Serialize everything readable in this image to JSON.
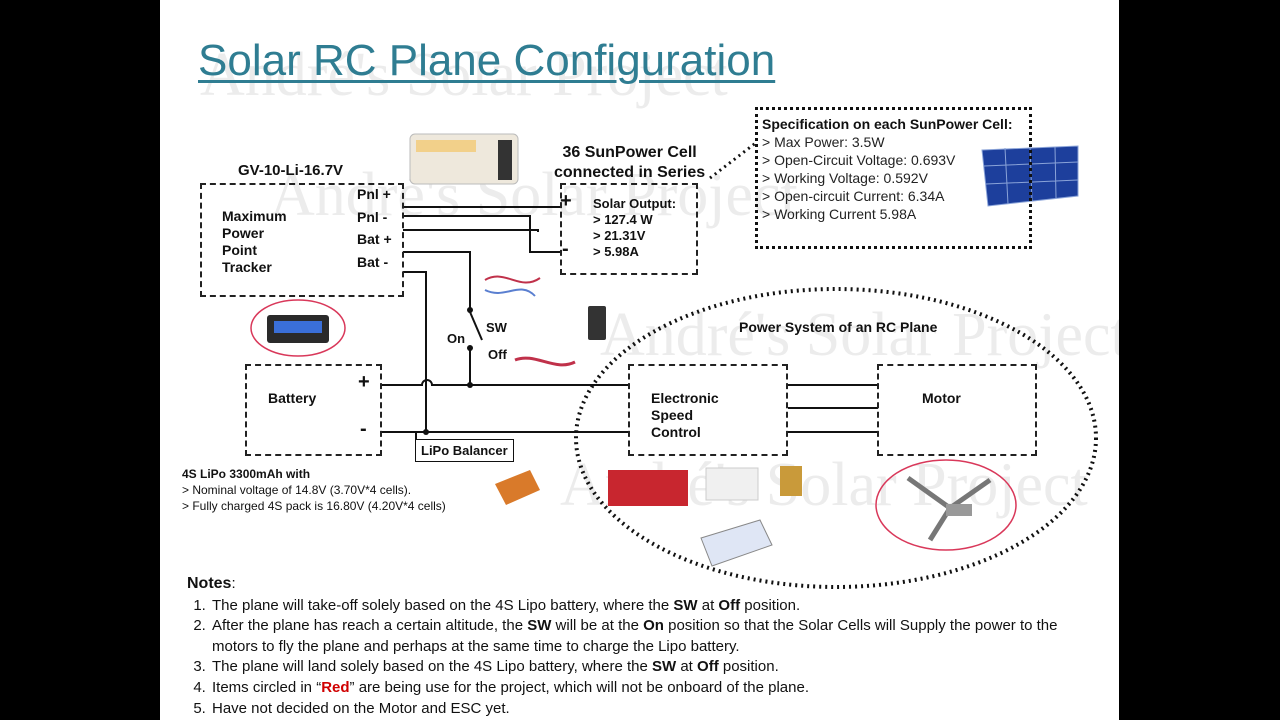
{
  "title": "Solar RC Plane Configuration",
  "watermark": "André's Solar Project",
  "mppt": {
    "model": "GV-10-Li-16.7V",
    "description": "Maximum\nPower\nPoint\nTracker",
    "terminals": [
      "Pnl +",
      "Pnl -",
      "Bat +",
      "Bat -"
    ]
  },
  "solar": {
    "heading": "36 SunPower Cell\nconnected in Series",
    "plus": "+",
    "minus": "-",
    "output_title": "Solar Output:",
    "outputs": [
      "> 127.4 W",
      "> 21.31V",
      "> 5.98A"
    ]
  },
  "spec": {
    "title": "Specification on each SunPower Cell:",
    "items": [
      "> Max Power: 3.5W",
      "> Open-Circuit Voltage: 0.693V",
      "> Working Voltage: 0.592V",
      "> Open-circuit Current: 6.34A",
      "> Working Current 5.98A"
    ]
  },
  "switch": {
    "label": "SW",
    "on": "On",
    "off": "Off"
  },
  "battery": {
    "label": "Battery",
    "plus": "+",
    "minus": "-",
    "balancer": "LiPo Balancer",
    "desc_title": "4S LiPo 3300mAh with",
    "desc_lines": [
      "> Nominal voltage of 14.8V (3.70V*4 cells).",
      "> Fully charged 4S pack is 16.80V (4.20V*4 cells)"
    ]
  },
  "power_system": {
    "title": "Power System of an RC Plane",
    "esc": "Electronic\nSpeed\nControl",
    "motor": "Motor"
  },
  "notes": {
    "heading": "Notes",
    "heading_suffix": ":",
    "n1_a": "The plane will take-off solely based on the 4S Lipo battery, where the ",
    "n1_b": "SW",
    "n1_c": " at ",
    "n1_d": "Off",
    "n1_e": " position.",
    "n2_a": "After the plane has reach a certain altitude, the ",
    "n2_b": "SW",
    "n2_c": " will be at the ",
    "n2_d": "On",
    "n2_e": " position so that the Solar Cells will Supply the power to the motors to fly the plane and perhaps at the same time to charge the Lipo battery.",
    "n3_a": "The plane will land solely based on the 4S Lipo battery, where the ",
    "n3_b": "SW",
    "n3_c": " at ",
    "n3_d": "Off",
    "n3_e": " position.",
    "n4_a": "Items circled in “",
    "n4_b": "Red",
    "n4_c": "” are being use for the project, which will not be onboard of the plane.",
    "n5": "Have not decided on the Motor and ESC yet."
  },
  "colors": {
    "title": "#2f7d92",
    "highlight_circle": "#d9385a",
    "red_text": "#d00000",
    "background_frame": "#000000"
  }
}
